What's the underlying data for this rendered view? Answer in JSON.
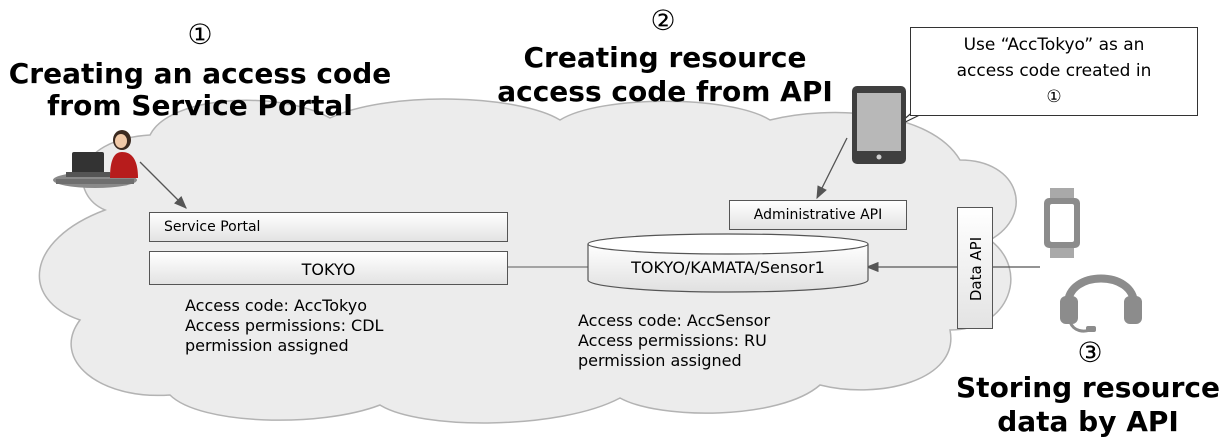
{
  "step1": {
    "number": "①",
    "title_line1": "Creating an access code",
    "title_line2": "from Service Portal"
  },
  "step2": {
    "number": "②",
    "title_line1": "Creating resource",
    "title_line2": "access code from API"
  },
  "step3": {
    "number": "③",
    "title_line1": "Storing resource",
    "title_line2": "data by API"
  },
  "callout": {
    "line1": "Use “AccTokyo” as an",
    "line2": "access code created in",
    "line3": "①"
  },
  "service_portal": {
    "label": "Service Portal"
  },
  "tokyo": {
    "label": "TOKYO"
  },
  "tokyo_info": {
    "line1": "Access code: AccTokyo",
    "line2": "Access permissions: CDL",
    "line3": "permission assigned"
  },
  "admin_api": {
    "label": "Administrative API"
  },
  "sensor": {
    "label": "TOKYO/KAMATA/Sensor1"
  },
  "sensor_info": {
    "line1": "Access code: AccSensor",
    "line2": "Access permissions: RU",
    "line3": "permission assigned"
  },
  "data_api": {
    "label": "Data API"
  },
  "colors": {
    "cloud": "#ececec",
    "cloud_edge": "#b3b3b3",
    "box_border": "#555555",
    "person_shirt": "#b71c1c"
  },
  "icons": [
    "person-at-laptop-icon",
    "tablet-icon",
    "smartwatch-icon",
    "headset-icon"
  ]
}
